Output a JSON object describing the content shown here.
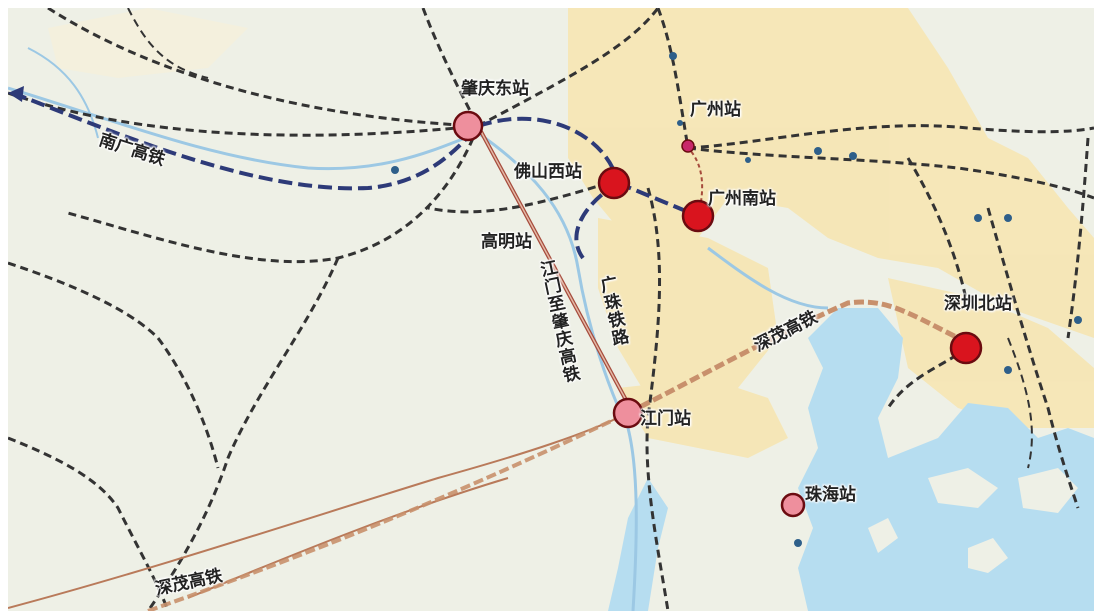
{
  "stations": [
    {
      "id": "zhaoqing-east",
      "name": "肇庆东站",
      "tier": "minor"
    },
    {
      "id": "guangzhou",
      "name": "广州站",
      "tier": "small"
    },
    {
      "id": "foshan-west",
      "name": "佛山西站",
      "tier": "major"
    },
    {
      "id": "guangzhou-south",
      "name": "广州南站",
      "tier": "major"
    },
    {
      "id": "gaoming",
      "name": "高明站",
      "tier": "label"
    },
    {
      "id": "shenzhen-north",
      "name": "深圳北站",
      "tier": "major"
    },
    {
      "id": "jiangmen",
      "name": "江门站",
      "tier": "minor"
    },
    {
      "id": "zhuhai",
      "name": "珠海站",
      "tier": "minor"
    }
  ],
  "lines": {
    "nan_guang": "南广高铁",
    "jiangzhao": "江门至肇庆高铁",
    "guangzhu": "广珠铁路",
    "shenmao_east": "深茂高铁",
    "shenmao_west": "深茂高铁"
  },
  "colors": {
    "major_station": "#d9141e",
    "minor_station": "#ee8f9d",
    "station_stroke": "#6b0b10",
    "sea": "#b6ddf0",
    "land": "#eef0e6",
    "urban": "#f7e7b4",
    "rail_dashed": "#333333",
    "hsr_blue": "#2d3a78",
    "shenmao_line": "#b97a5a",
    "jiangzhao_line": "#a64b3c"
  }
}
